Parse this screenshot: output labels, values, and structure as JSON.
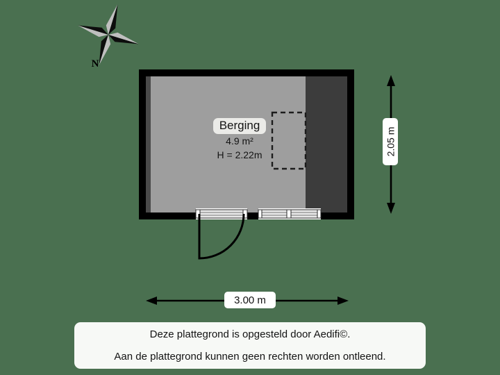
{
  "background_color": "#4a7050",
  "compass": {
    "name": "compass-rose",
    "north_label": "N"
  },
  "plan": {
    "wall_color": "#000000",
    "floor_color": "#9e9e9e",
    "shade_color": "#3c3c3c",
    "room": {
      "name": "Berging",
      "area": "4.9 m²",
      "height": "H = 2.22m"
    },
    "openings": [
      {
        "type": "door",
        "name": "door-with-swing"
      },
      {
        "type": "window",
        "name": "window"
      }
    ],
    "dashed_outline": {
      "name": "dashed-fixture-outline"
    }
  },
  "dimensions": {
    "vertical": "2.05 m",
    "horizontal": "3.00 m"
  },
  "caption": {
    "line1": "Deze plattegrond is opgesteld door Aedifi©.",
    "line2": "Aan de plattegrond kunnen geen rechten worden ontleend."
  }
}
